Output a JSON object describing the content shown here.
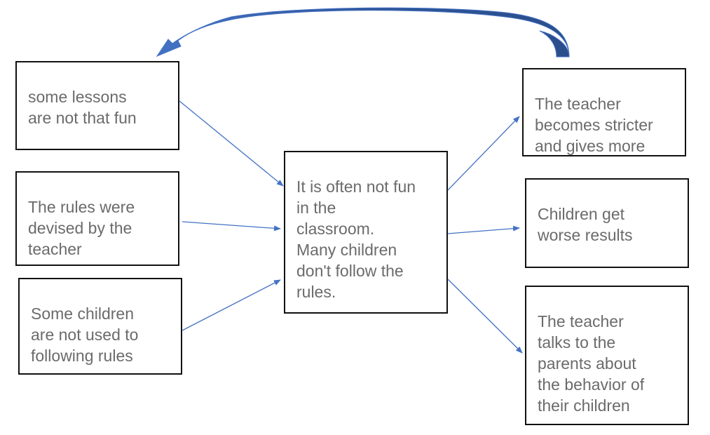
{
  "diagram": {
    "colors": {
      "box_border": "#111111",
      "text": "#6b6b6b",
      "connector": "#4472c4",
      "feedback_arrow_fill": "#2f5597",
      "feedback_arrow_edge": "#4472c4"
    },
    "causes": [
      {
        "id": "cause-lessons",
        "text": "some lessons\nare not that fun"
      },
      {
        "id": "cause-rules-devised",
        "text": "The rules were\ndevised by the\nteacher"
      },
      {
        "id": "cause-not-used",
        "text": "Some children\nare not used to\nfollowing rules"
      }
    ],
    "center": {
      "id": "central-problem",
      "text": "It is often not fun\nin the\nclassroom.\nMany children\ndon't follow the\nrules."
    },
    "effects": [
      {
        "id": "effect-stricter",
        "text": "The teacher\nbecomes stricter\nand gives more"
      },
      {
        "id": "effect-worse-results",
        "text": "Children get\nworse results"
      },
      {
        "id": "effect-talks-parents",
        "text": "The teacher\ntalks to the\nparents about\nthe behavior of\ntheir children"
      }
    ],
    "connectors": [
      {
        "from": "cause-lessons",
        "to": "central-problem"
      },
      {
        "from": "cause-rules-devised",
        "to": "central-problem"
      },
      {
        "from": "cause-not-used",
        "to": "central-problem"
      },
      {
        "from": "central-problem",
        "to": "effect-stricter"
      },
      {
        "from": "central-problem",
        "to": "effect-worse-results"
      },
      {
        "from": "central-problem",
        "to": "effect-talks-parents"
      }
    ],
    "feedback_arrow": {
      "from": "effect-stricter",
      "to": "cause-lessons"
    }
  }
}
